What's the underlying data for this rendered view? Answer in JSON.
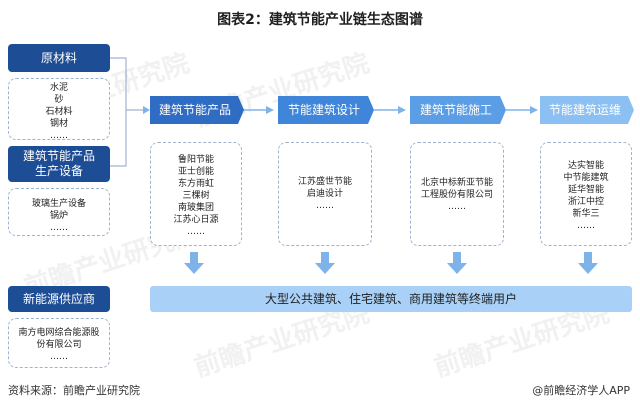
{
  "title": "图表2：建筑节能产业链生态图谱",
  "left": {
    "materials": {
      "label": "原材料",
      "items": [
        "水泥",
        "砂",
        "石材料",
        "钢材",
        "……"
      ]
    },
    "equipment": {
      "label_line1": "建筑节能产品",
      "label_line2": "生产设备",
      "items": [
        "玻璃生产设备",
        "锅炉",
        "……"
      ]
    },
    "energy": {
      "label": "新能源供应商",
      "items": [
        "南方电网综合能源股",
        "份有限公司",
        "……"
      ]
    }
  },
  "stages": [
    {
      "label": "建筑节能产品",
      "color": "#2f6cc4",
      "companies": [
        "鲁阳节能",
        "亚士创能",
        "东方雨虹",
        "三棵树",
        "南玻集团",
        "江苏心日源",
        "……"
      ]
    },
    {
      "label": "节能建筑设计",
      "color": "#3f85da",
      "companies": [
        "江苏盛世节能",
        "启迪设计",
        "……"
      ]
    },
    {
      "label": "建筑节能施工",
      "color": "#5b9ee6",
      "companies": [
        "北京中标新亚节能",
        "工程股份有限公司",
        "……"
      ]
    },
    {
      "label": "节能建筑运维",
      "color": "#8cc0f2",
      "companies": [
        "达实智能",
        "中节能建筑",
        "延华智能",
        "浙江中控",
        "新华三",
        "……"
      ]
    }
  ],
  "end_users": "大型公共建筑、住宅建筑、商用建筑等终端用户",
  "footer": {
    "source": "资料来源：前瞻产业研究院",
    "brand": "@前瞻经济学人APP"
  },
  "colors": {
    "dark_header": "#1d4d95",
    "arrow": "#7eb3ea",
    "bar": "#a9d1f7"
  }
}
